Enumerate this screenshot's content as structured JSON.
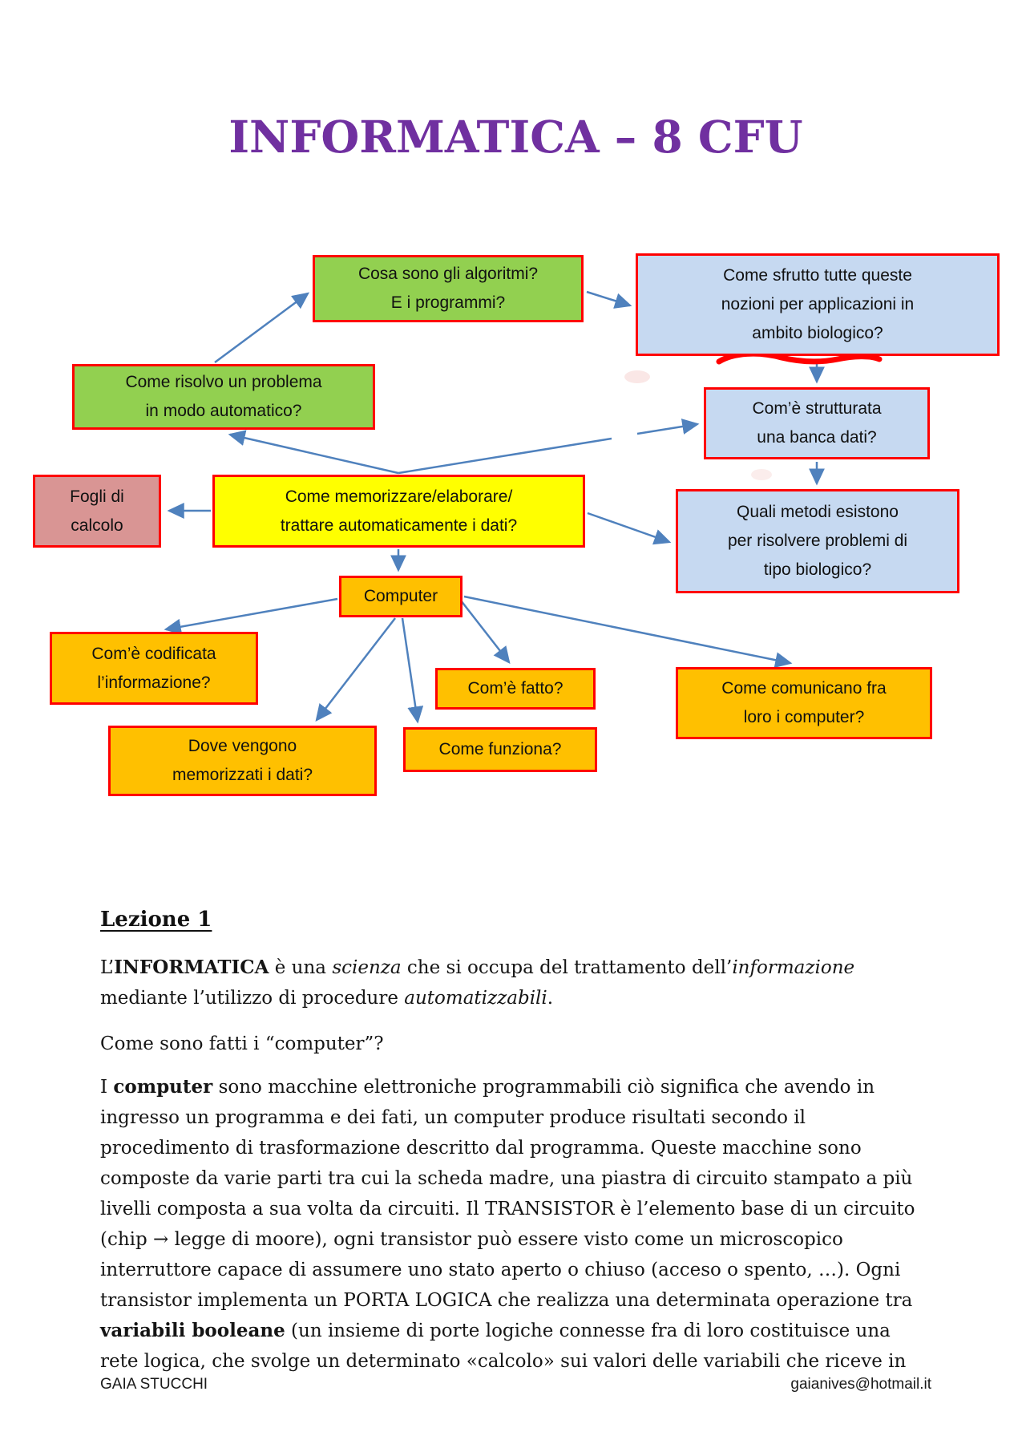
{
  "title": {
    "text": "INFORMATICA – 8 CFU"
  },
  "palette": {
    "title": "#7030A0",
    "border": "#FF0000",
    "arrow": "#4F81BD",
    "green": "#92D050",
    "blue": "#C6D9F1",
    "yellow": "#FFFF00",
    "pink": "#D99594",
    "orange": "#FFC000",
    "squiggle": "#FF0000"
  },
  "diagram": {
    "nodes": {
      "algoritmi": {
        "label": "Cosa sono gli algoritmi?\nE i programmi?",
        "color_key": "green"
      },
      "sfrutto": {
        "label": "Come sfrutto tutte queste\nnozioni per applicazioni in\nambito biologico?",
        "color_key": "blue"
      },
      "risolvo": {
        "label": "Come risolvo un problema\nin modo automatico?",
        "color_key": "green"
      },
      "banca": {
        "label": "Com’è strutturata\nuna banca dati?",
        "color_key": "blue"
      },
      "fogli": {
        "label": "Fogli di\ncalcolo",
        "color_key": "pink"
      },
      "memorizzare": {
        "label": "Come memorizzare/elaborare/\ntrattare automaticamente i dati?",
        "color_key": "yellow"
      },
      "metodi": {
        "label": "Quali metodi esistono\nper risolvere problemi di\ntipo biologico?",
        "color_key": "blue"
      },
      "computer": {
        "label": "Computer",
        "color_key": "orange"
      },
      "codificata": {
        "label": "Com’è codificata\nl’informazione?",
        "color_key": "orange"
      },
      "dove": {
        "label": "Dove vengono\nmemorizzati i dati?",
        "color_key": "orange"
      },
      "fatto": {
        "label": "Com’è fatto?",
        "color_key": "orange"
      },
      "funziona": {
        "label": "Come funziona?",
        "color_key": "orange"
      },
      "comunicano": {
        "label": "Come comunicano fra\nloro i computer?",
        "color_key": "orange"
      }
    }
  },
  "lezione": {
    "heading": "Lezione 1",
    "paragraphs": [
      {
        "runs": [
          {
            "text": "L’"
          },
          {
            "text": "INFORMATICA",
            "bold": true
          },
          {
            "text": " è una "
          },
          {
            "text": "scienza",
            "italic": true
          },
          {
            "text": " che si occupa del trattamento dell’"
          },
          {
            "text": "informazione",
            "italic": true
          },
          {
            "text": " mediante l’utilizzo di procedure "
          },
          {
            "text": "automatizzabili",
            "italic": true
          },
          {
            "text": "."
          }
        ]
      },
      {
        "runs": [
          {
            "text": "Come sono fatti i “computer”?"
          }
        ]
      },
      {
        "runs": [
          {
            "text": "I "
          },
          {
            "text": "computer",
            "bold": true
          },
          {
            "text": " sono macchine elettroniche programmabili ciò significa che avendo in ingresso un programma e dei fati, un computer produce risultati secondo il procedimento di trasformazione descritto dal programma. Queste macchine sono composte da varie parti tra cui la scheda madre, una piastra di circuito stampato a più livelli composta a sua volta da circuiti. Il TRANSISTOR è l’elemento base di un circuito (chip → legge di moore), ogni transistor può essere visto come un microscopico interruttore capace di assumere uno stato aperto o chiuso (acceso o spento, …). Ogni transistor implementa un PORTA LOGICA che realizza una determinata operazione tra "
          },
          {
            "text": "variabili booleane",
            "bold": true
          },
          {
            "text": " (un insieme di porte logiche connesse fra di loro costituisce una rete logica, che svolge un determinato «calcolo» sui valori delle variabili che riceve in"
          }
        ]
      }
    ]
  },
  "footer": {
    "author": "GAIA STUCCHI",
    "email": "gaianives@hotmail.it"
  }
}
